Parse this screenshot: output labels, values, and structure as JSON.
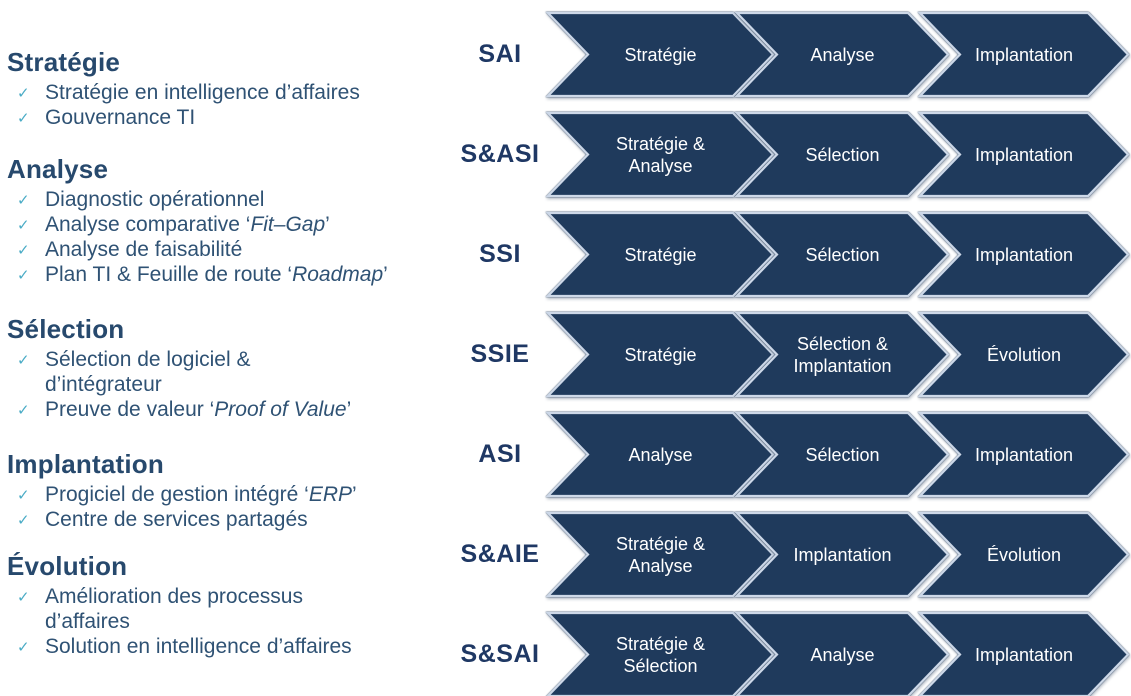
{
  "colors": {
    "arrow_fill": "#1F3A5C",
    "arrow_highlight": "#CDD8E8",
    "arrow_outline": "#16304F",
    "scenario_code": "#1F3864",
    "heading": "#27496D",
    "item_text": "#2F5274",
    "check": "#4BACC6",
    "arrow_text": "#FFFFFF",
    "background": "#FFFFFF"
  },
  "services": {
    "check_glyph": "✓",
    "blocks": [
      {
        "title": "Stratégie",
        "items": [
          {
            "lines": [
              [
                {
                  "t": "Stratégie en intelligence d’affaires"
                }
              ]
            ]
          },
          {
            "lines": [
              [
                {
                  "t": "Gouvernance TI"
                }
              ]
            ]
          }
        ]
      },
      {
        "title": "Analyse",
        "items": [
          {
            "lines": [
              [
                {
                  "t": "Diagnostic opérationnel"
                }
              ]
            ]
          },
          {
            "lines": [
              [
                {
                  "t": "Analyse comparative ‘"
                },
                {
                  "t": "Fit–Gap",
                  "i": true
                },
                {
                  "t": "’"
                }
              ]
            ]
          },
          {
            "lines": [
              [
                {
                  "t": "Analyse de faisabilité"
                }
              ]
            ]
          },
          {
            "lines": [
              [
                {
                  "t": "Plan TI & Feuille de route ‘"
                },
                {
                  "t": "Roadmap",
                  "i": true
                },
                {
                  "t": "’"
                }
              ]
            ]
          }
        ]
      },
      {
        "title": "Sélection",
        "items": [
          {
            "lines": [
              [
                {
                  "t": "Sélection de logiciel &"
                }
              ],
              [
                {
                  "t": "d’intégrateur"
                }
              ]
            ]
          },
          {
            "lines": [
              [
                {
                  "t": "Preuve de valeur ‘"
                },
                {
                  "t": "Proof of Value",
                  "i": true
                },
                {
                  "t": "’"
                }
              ]
            ]
          }
        ]
      },
      {
        "title": "Implantation",
        "items": [
          {
            "lines": [
              [
                {
                  "t": "Progiciel de gestion intégré ‘"
                },
                {
                  "t": "ERP",
                  "i": true
                },
                {
                  "t": "’"
                }
              ]
            ]
          },
          {
            "lines": [
              [
                {
                  "t": "Centre de services partagés"
                }
              ]
            ]
          }
        ]
      },
      {
        "title": "Évolution",
        "items": [
          {
            "lines": [
              [
                {
                  "t": "Amélioration des processus"
                }
              ],
              [
                {
                  "t": "d’affaires"
                }
              ]
            ]
          },
          {
            "lines": [
              [
                {
                  "t": "Solution en intelligence d’affaires"
                }
              ]
            ]
          }
        ]
      }
    ]
  },
  "scenarios": {
    "rows": [
      {
        "code": "SAI",
        "steps": [
          {
            "lines": [
              "Stratégie"
            ]
          },
          {
            "lines": [
              "Analyse"
            ]
          },
          {
            "lines": [
              "Implantation"
            ]
          }
        ]
      },
      {
        "code": "S&ASI",
        "steps": [
          {
            "lines": [
              "Stratégie &",
              "Analyse"
            ]
          },
          {
            "lines": [
              "Sélection"
            ]
          },
          {
            "lines": [
              "Implantation"
            ]
          }
        ]
      },
      {
        "code": "SSI",
        "steps": [
          {
            "lines": [
              "Stratégie"
            ]
          },
          {
            "lines": [
              "Sélection"
            ]
          },
          {
            "lines": [
              "Implantation"
            ]
          }
        ]
      },
      {
        "code": "SSIE",
        "steps": [
          {
            "lines": [
              "Stratégie"
            ]
          },
          {
            "lines": [
              "Sélection &",
              "Implantation"
            ]
          },
          {
            "lines": [
              "Évolution"
            ]
          }
        ]
      },
      {
        "code": "ASI",
        "steps": [
          {
            "lines": [
              "Analyse"
            ]
          },
          {
            "lines": [
              "Sélection"
            ]
          },
          {
            "lines": [
              "Implantation"
            ]
          }
        ]
      },
      {
        "code": "S&AIE",
        "steps": [
          {
            "lines": [
              "Stratégie &",
              "Analyse"
            ]
          },
          {
            "lines": [
              "Implantation"
            ]
          },
          {
            "lines": [
              "Évolution"
            ]
          }
        ]
      },
      {
        "code": "S&SAI",
        "steps": [
          {
            "lines": [
              "Stratégie &",
              "Sélection"
            ]
          },
          {
            "lines": [
              "Analyse"
            ]
          },
          {
            "lines": [
              "Implantation"
            ]
          }
        ]
      }
    ]
  }
}
